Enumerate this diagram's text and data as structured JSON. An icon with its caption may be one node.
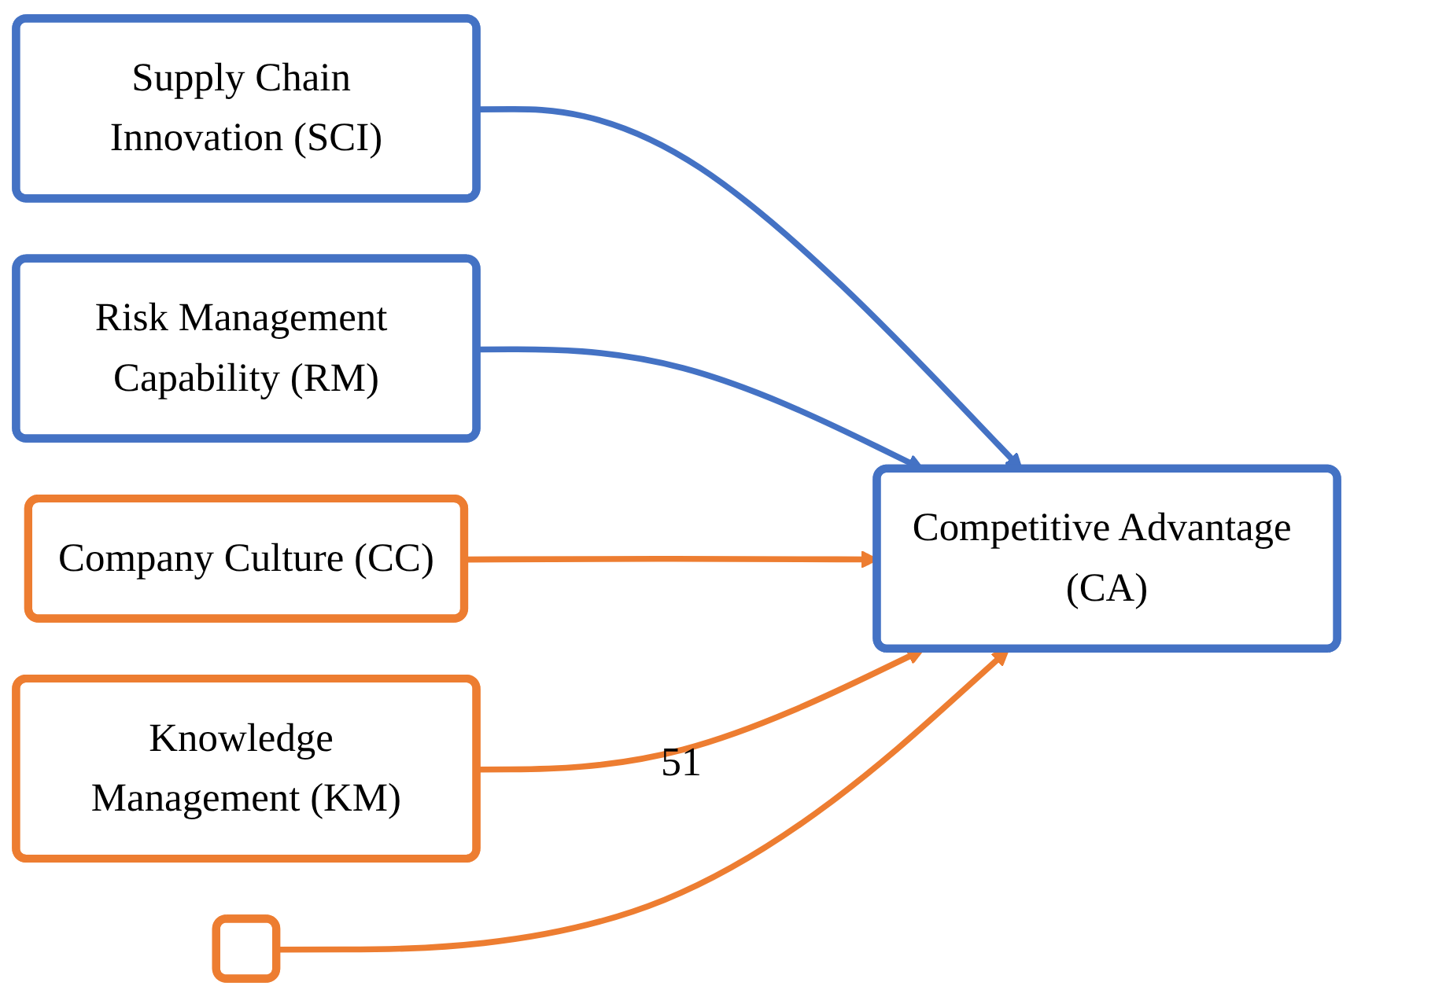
{
  "diagram": {
    "nodes": [
      {
        "text": [
          "Supply Chain Innovation (SCI)"
        ]
      },
      {
        "text": [
          "Risk Management Capability (RM)"
        ]
      },
      {
        "text": [
          "Company Culture (CC)"
        ]
      },
      {
        "text": [
          "Knowledge Management (KM)"
        ]
      },
      {
        "text": [],
        "shape": "box"
      },
      {
        "text": [
          "Competitive Advantage (CA)"
        ]
      }
    ],
    "edges": [
      {
        "from": 0,
        "to": 5,
        "arrow": "to",
        "color": "#4472c4"
      },
      {
        "from": 1,
        "to": 5,
        "arrow": "to",
        "color": "#4472c4"
      },
      {
        "from": 2,
        "to": 5,
        "arrow": "to"
      },
      {
        "from": 3,
        "to": 5,
        "arrow": "to"
      },
      {
        "from": 4,
        "to": 5,
        "arrow": "to"
      }
    ],
    "labels": [
      "51"
    ]
  }
}
